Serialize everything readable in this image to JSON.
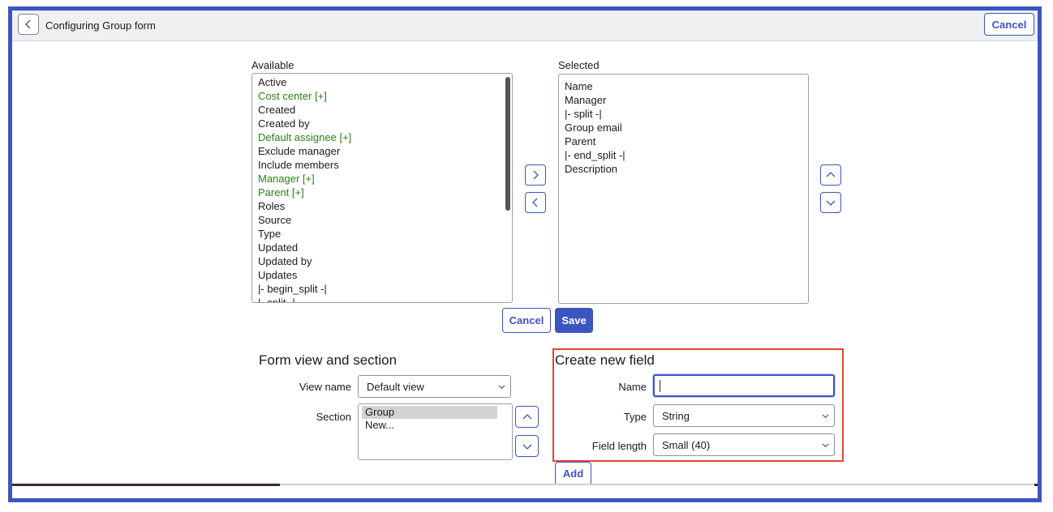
{
  "header": {
    "title": "Configuring Group form",
    "cancel_label": "Cancel"
  },
  "slushbucket": {
    "available_label": "Available",
    "selected_label": "Selected",
    "available_items": [
      {
        "label": "Active",
        "reference": false
      },
      {
        "label": "Cost center [+]",
        "reference": true
      },
      {
        "label": "Created",
        "reference": false
      },
      {
        "label": "Created by",
        "reference": false
      },
      {
        "label": "Default assignee [+]",
        "reference": true
      },
      {
        "label": "Exclude manager",
        "reference": false
      },
      {
        "label": "Include members",
        "reference": false
      },
      {
        "label": "Manager [+]",
        "reference": true
      },
      {
        "label": "Parent [+]",
        "reference": true
      },
      {
        "label": "Roles",
        "reference": false
      },
      {
        "label": "Source",
        "reference": false
      },
      {
        "label": "Type",
        "reference": false
      },
      {
        "label": "Updated",
        "reference": false
      },
      {
        "label": "Updated by",
        "reference": false
      },
      {
        "label": "Updates",
        "reference": false
      },
      {
        "label": "|- begin_split -|",
        "reference": false
      },
      {
        "label": "|- split -|",
        "reference": false
      }
    ],
    "selected_items": [
      "Name",
      "Manager",
      "|- split -|",
      "Group email",
      "Parent",
      "|- end_split -|",
      "Description"
    ],
    "cancel_label": "Cancel",
    "save_label": "Save"
  },
  "form_view": {
    "heading": "Form view and section",
    "view_name_label": "View name",
    "view_name_value": "Default view",
    "section_label": "Section",
    "sections": [
      "Group",
      "New..."
    ],
    "selected_section": "Group"
  },
  "create_field": {
    "heading": "Create new field",
    "name_label": "Name",
    "name_value": "",
    "type_label": "Type",
    "type_value": "String",
    "length_label": "Field length",
    "length_value": "Small (40)",
    "add_label": "Add"
  },
  "colors": {
    "accent": "#3d55c0",
    "reference_text": "#2f7d16",
    "highlight": "#e0462e"
  }
}
